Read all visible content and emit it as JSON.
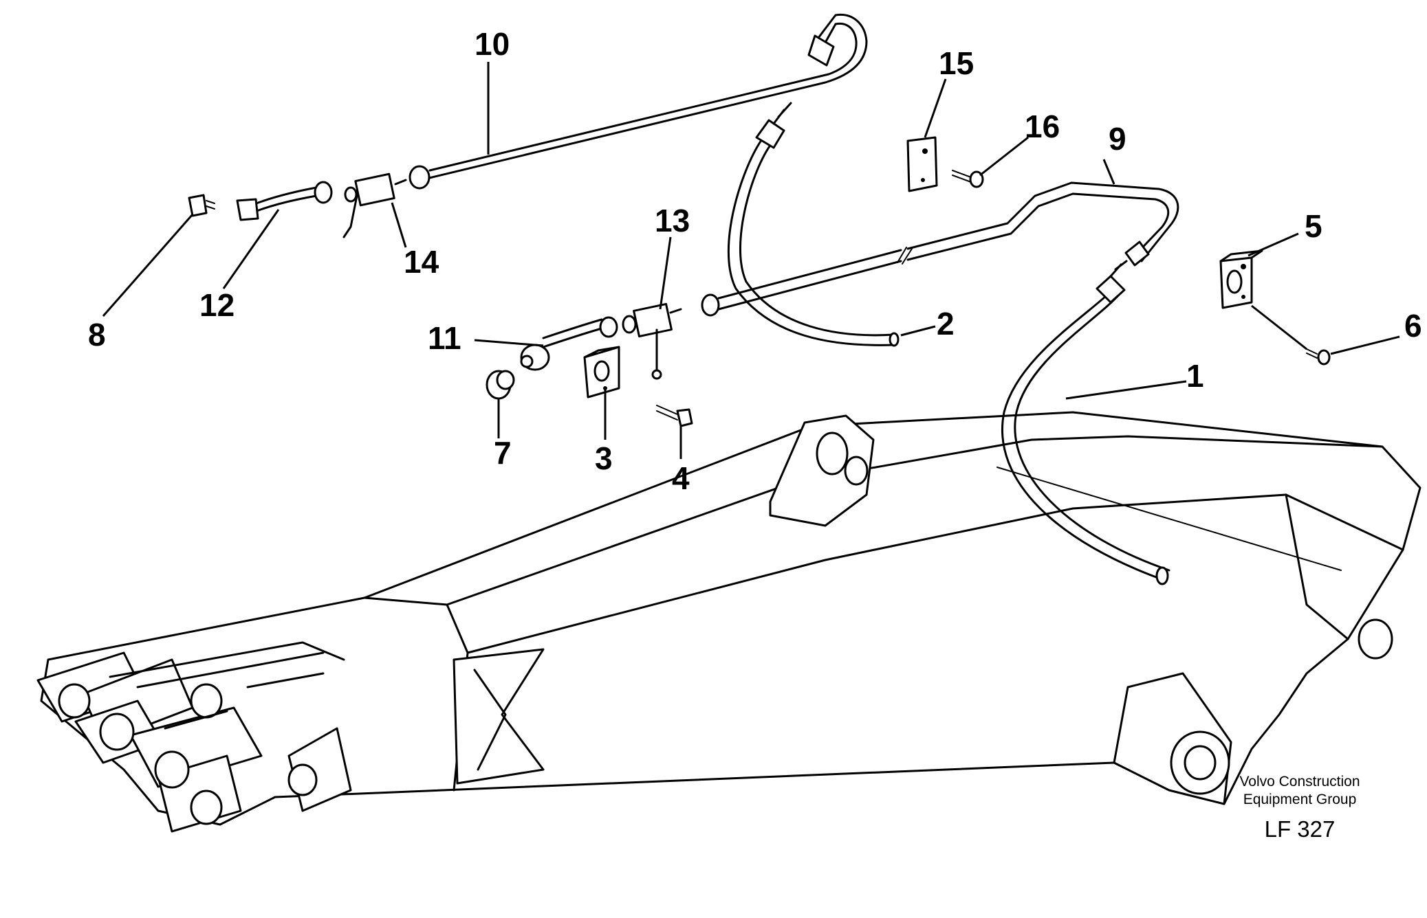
{
  "callouts": {
    "c1": "1",
    "c2": "2",
    "c3": "3",
    "c4": "4",
    "c5": "5",
    "c6": "6",
    "c7": "7",
    "c8": "8",
    "c9": "9",
    "c10": "10",
    "c11": "11",
    "c12": "12",
    "c13": "13",
    "c14": "14",
    "c15": "15",
    "c16": "16"
  },
  "credit": {
    "line1": "Volvo Construction",
    "line2": "Equipment Group",
    "doc_id": "LF 327"
  }
}
